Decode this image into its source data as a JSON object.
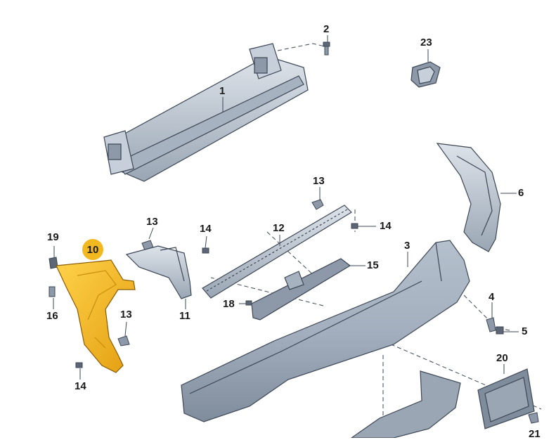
{
  "labels": {
    "l1": "1",
    "l2": "2",
    "l3": "3",
    "l4": "4",
    "l5": "5",
    "l6": "6",
    "l10": "10",
    "l11": "11",
    "l12": "12",
    "l13a": "13",
    "l13b": "13",
    "l13c": "13",
    "l14a": "14",
    "l14b": "14",
    "l14c": "14",
    "l15": "15",
    "l16": "16",
    "l18": "18",
    "l19": "19",
    "l20": "20",
    "l21": "21",
    "l23": "23"
  },
  "colors": {
    "part_fill": "#bcc6d2",
    "part_shade": "#8d99a8",
    "part_light": "#dde3ea",
    "highlight": "#f2b81f",
    "highlight_shade": "#c98e0c",
    "stroke": "#3c4654"
  },
  "highlighted_part": "10"
}
